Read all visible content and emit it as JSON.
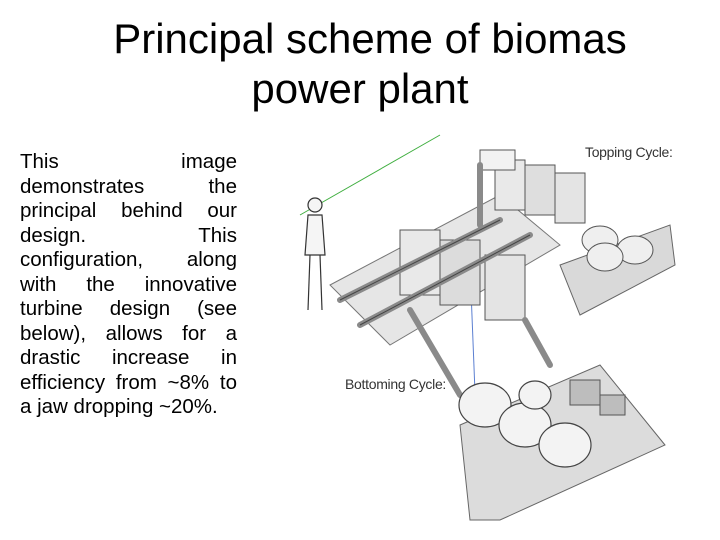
{
  "slide": {
    "title_line1": "Principal scheme of biomas",
    "title_line2": "power plant",
    "body": "This image demonstrates the principal behind our design. This configuration, along with the innovative turbine design (see below), allows for a drastic increase in efficiency from ~8% to a jaw dropping ~20%."
  },
  "diagram": {
    "labels": {
      "topping": "Topping Cycle:",
      "bottoming": "Bottoming Cycle:"
    }
  }
}
